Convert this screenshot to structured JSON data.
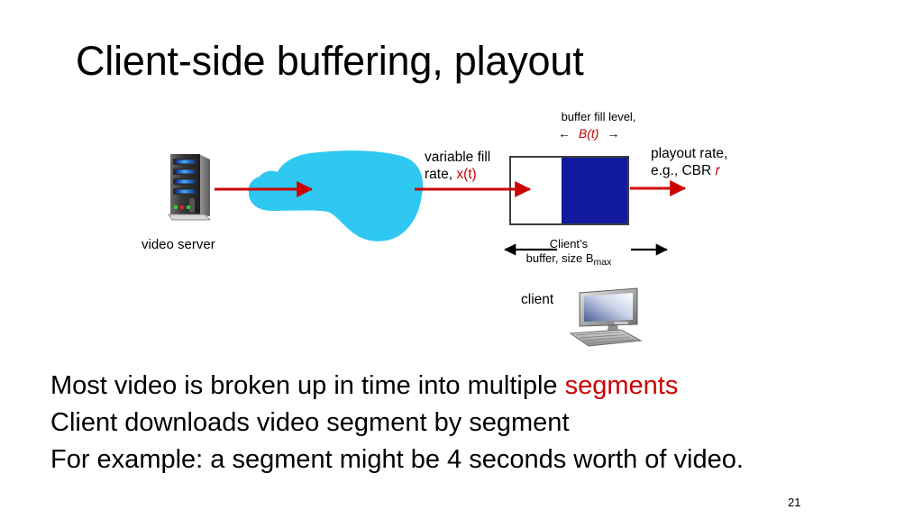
{
  "slide": {
    "title": "Client-side buffering, playout",
    "page_number": "21"
  },
  "diagram": {
    "server": {
      "label": "video server",
      "icon": "server-tower-icon"
    },
    "network": {
      "icon": "cloud-shape"
    },
    "fill_rate": {
      "line1": "variable fill",
      "line2_prefix": "rate, ",
      "line2_symbol": "x(t)"
    },
    "buffer_fill_level": {
      "caption": "buffer fill level,",
      "left_arrow": "←",
      "symbol": "B(t)",
      "right_arrow": "→"
    },
    "playout_rate": {
      "line1": "playout rate,",
      "line2_prefix": "e.g., CBR ",
      "line2_symbol": "r"
    },
    "client_buffer": {
      "line1": "Client’s",
      "line2_prefix": "buffer, size B",
      "line2_subscript": "max"
    },
    "client": {
      "label": "client",
      "icon": "desktop-computer-icon"
    },
    "buffer_box": {
      "fill_color": "#111a9e",
      "empty_color": "#ffffff",
      "border_color": "#3f3f3f"
    },
    "colors": {
      "cloud": "#2ec8f0",
      "arrow_red": "#cc0000",
      "accent_red": "#cc0000"
    }
  },
  "body": {
    "line1_prefix": "Most video is broken up in time into multiple ",
    "line1_highlight": "segments",
    "line2": "Client downloads video segment by segment",
    "line3": "For example: a segment might be 4 seconds worth of video."
  }
}
